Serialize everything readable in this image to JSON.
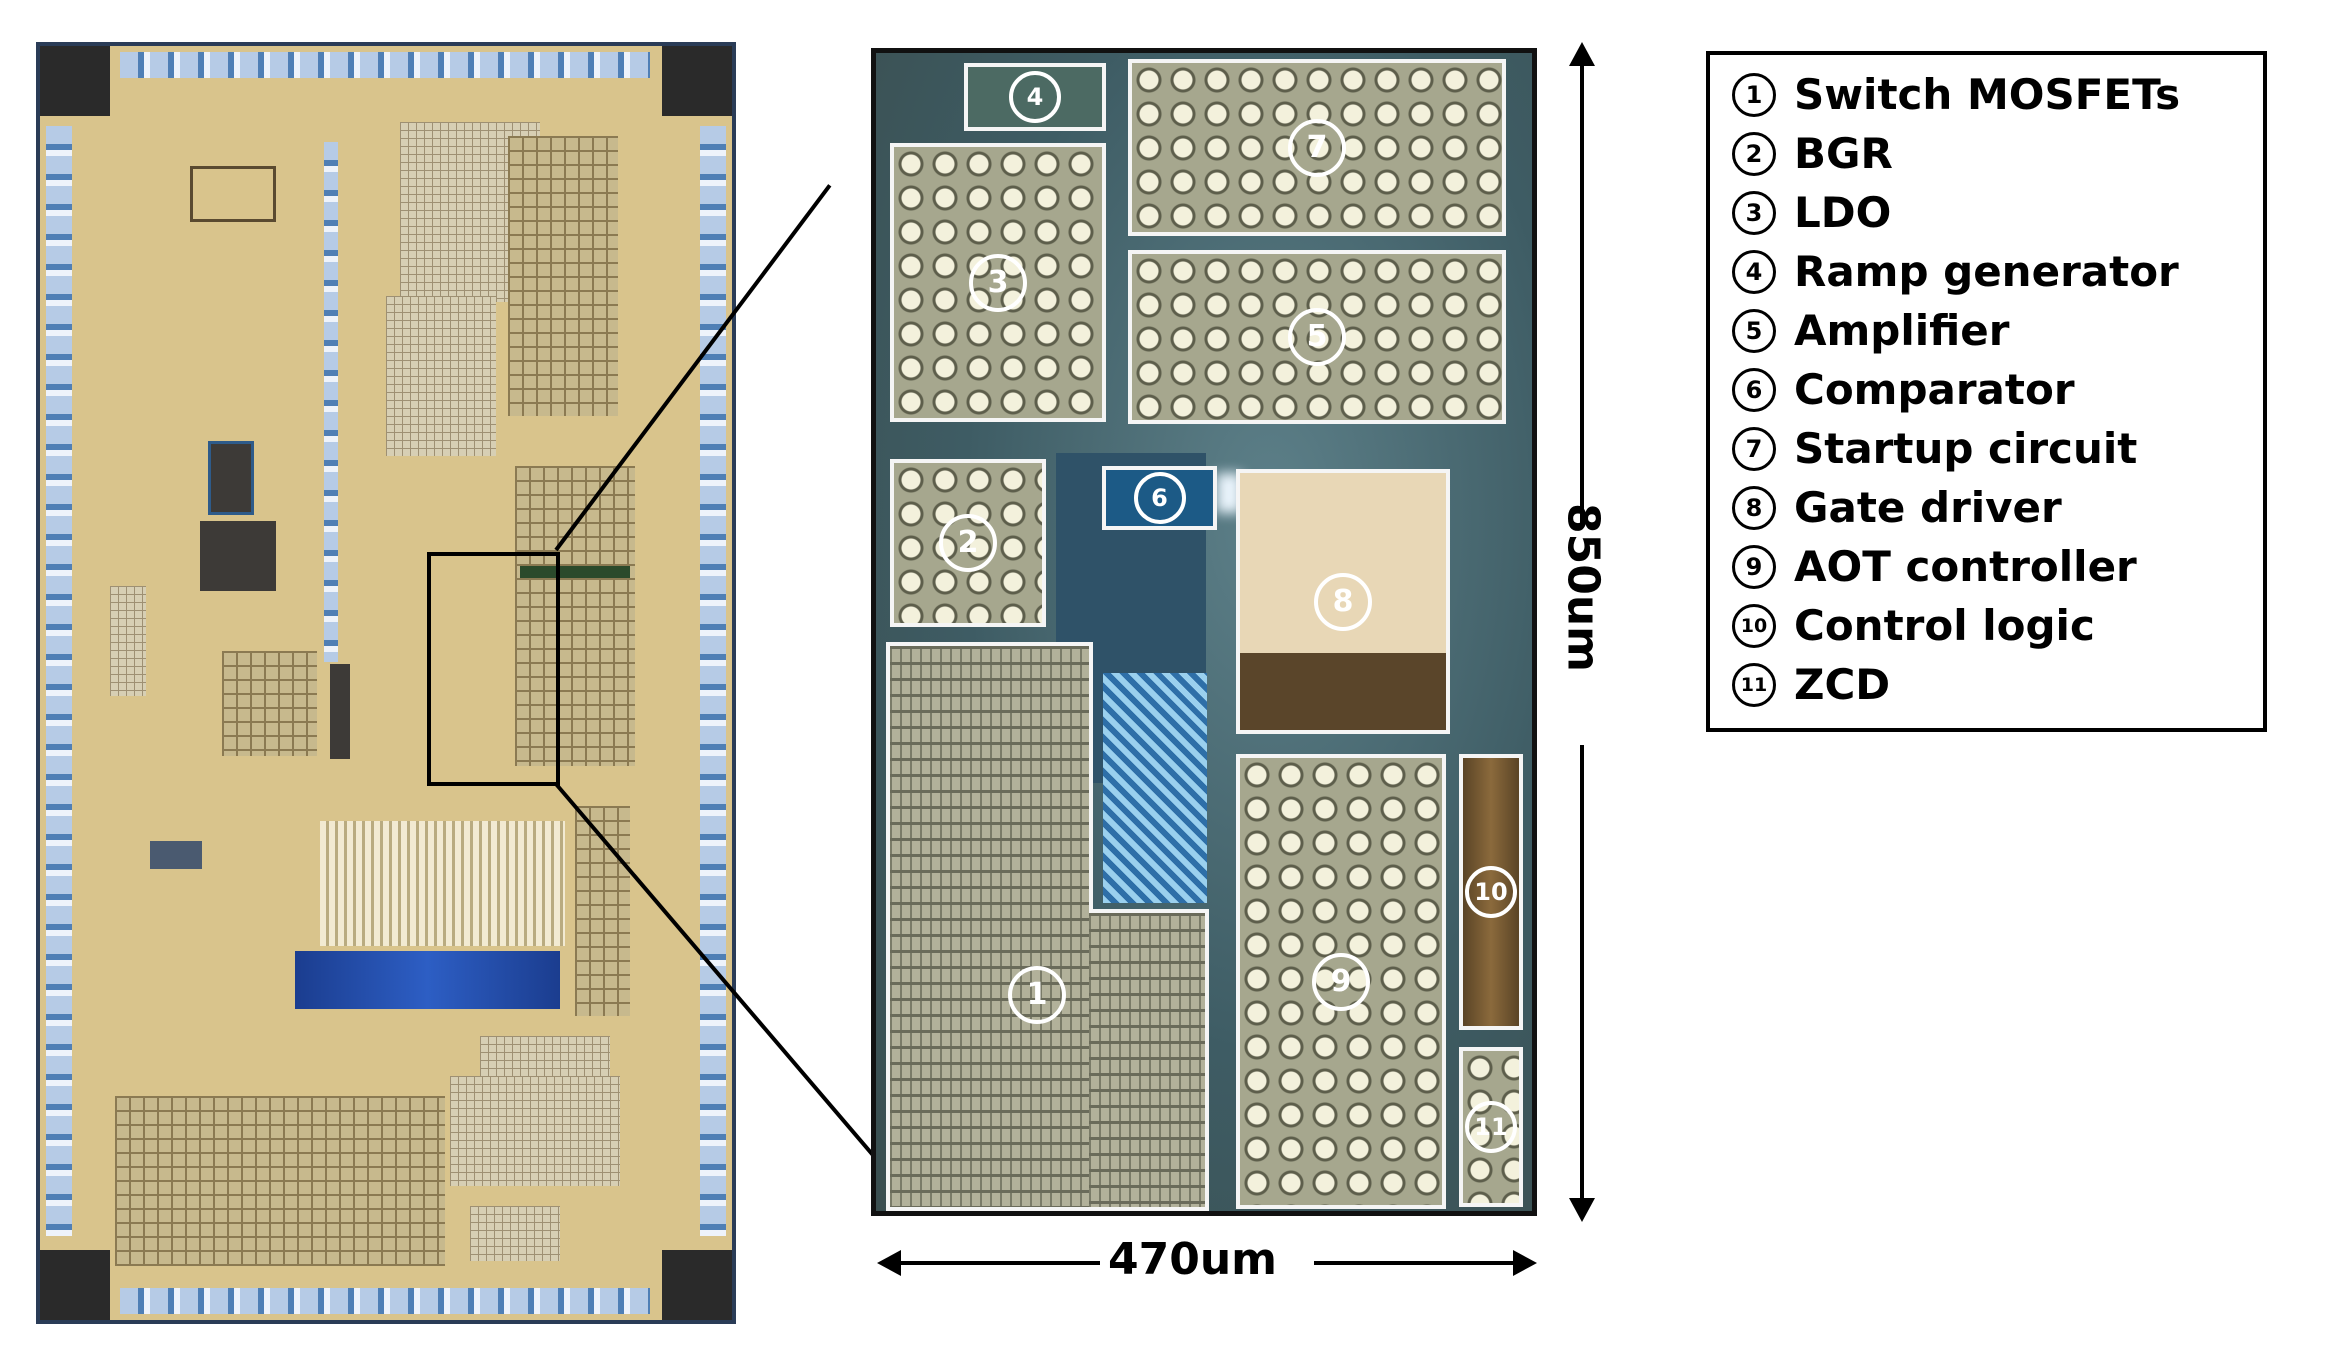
{
  "colors": {
    "die_background": "#d9c48c",
    "zoom_background": "#3e5c64",
    "region_outline": "#f5f5f5",
    "pad_blue": "#4f7fb5",
    "text": "#000000"
  },
  "zoom_panel": {
    "regions": [
      {
        "id": "1",
        "name": "Switch MOSFETs"
      },
      {
        "id": "2",
        "name": "BGR"
      },
      {
        "id": "3",
        "name": "LDO"
      },
      {
        "id": "4",
        "name": "Ramp generator"
      },
      {
        "id": "5",
        "name": "Amplifier"
      },
      {
        "id": "6",
        "name": "Comparator"
      },
      {
        "id": "7",
        "name": "Startup circuit"
      },
      {
        "id": "8",
        "name": "Gate driver"
      },
      {
        "id": "9",
        "name": "AOT controller"
      },
      {
        "id": "10",
        "name": "Control logic"
      },
      {
        "id": "11",
        "name": "ZCD"
      }
    ]
  },
  "dimensions": {
    "width_label": "470um",
    "height_label": "850um"
  },
  "legend": {
    "items": [
      {
        "num": "1",
        "label": "Switch MOSFETs"
      },
      {
        "num": "2",
        "label": "BGR"
      },
      {
        "num": "3",
        "label": "LDO"
      },
      {
        "num": "4",
        "label": "Ramp generator"
      },
      {
        "num": "5",
        "label": "Amplifier"
      },
      {
        "num": "6",
        "label": "Comparator"
      },
      {
        "num": "7",
        "label": "Startup circuit"
      },
      {
        "num": "8",
        "label": "Gate driver"
      },
      {
        "num": "9",
        "label": "AOT controller"
      },
      {
        "num": "10",
        "label": "Control logic"
      },
      {
        "num": "11",
        "label": "ZCD"
      }
    ]
  }
}
